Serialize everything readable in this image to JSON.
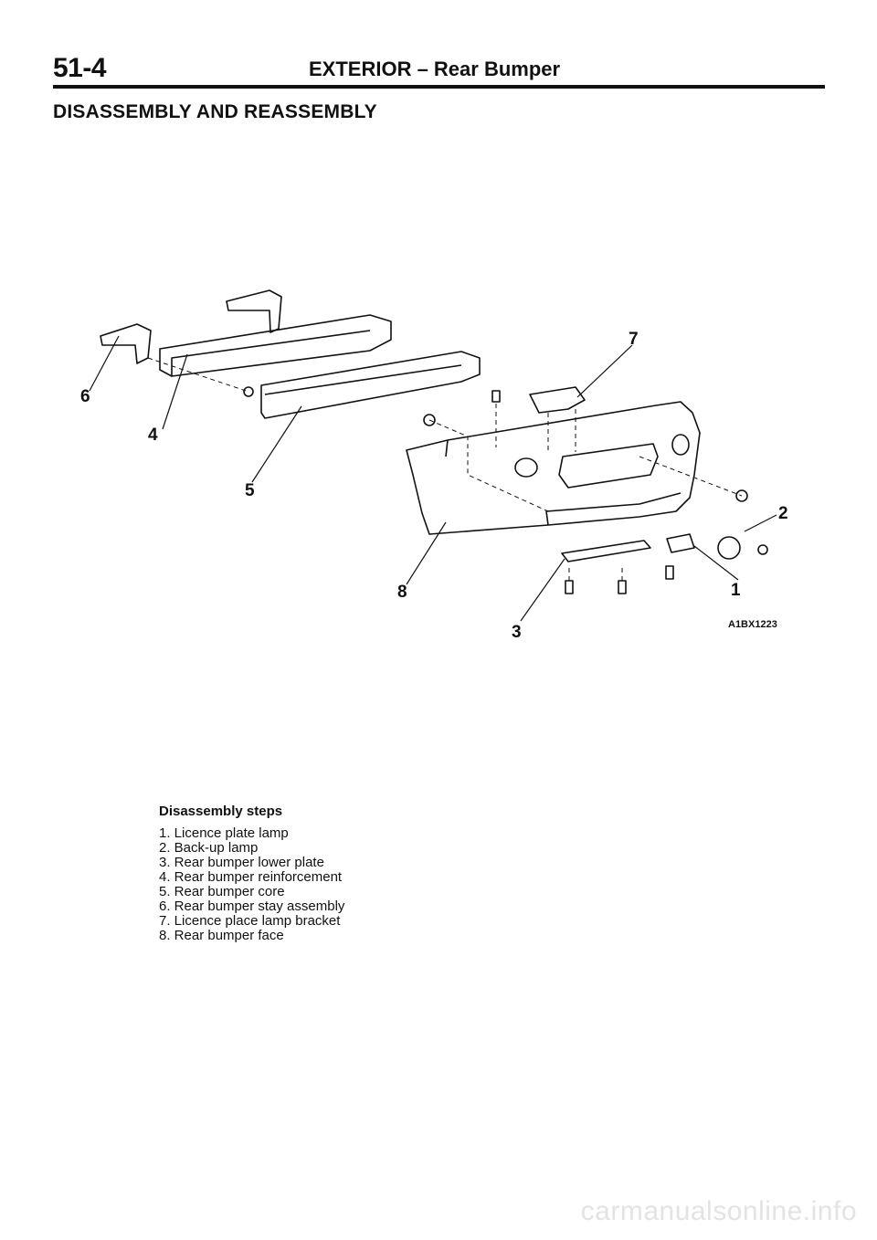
{
  "header": {
    "page_number": "51-4",
    "section": "EXTERIOR – Rear Bumper"
  },
  "heading": "DISASSEMBLY AND REASSEMBLY",
  "diagram": {
    "callouts": [
      "1",
      "2",
      "3",
      "4",
      "5",
      "6",
      "7",
      "8"
    ],
    "figure_code": "A1BX1223"
  },
  "steps": {
    "title": "Disassembly steps",
    "items": [
      "1. Licence plate lamp",
      "2. Back-up lamp",
      "3. Rear bumper lower plate",
      "4. Rear bumper reinforcement",
      "5. Rear bumper core",
      "6. Rear bumper stay assembly",
      "7. Licence place lamp bracket",
      "8. Rear bumper face"
    ]
  },
  "watermark": "carmanualsonline.info"
}
